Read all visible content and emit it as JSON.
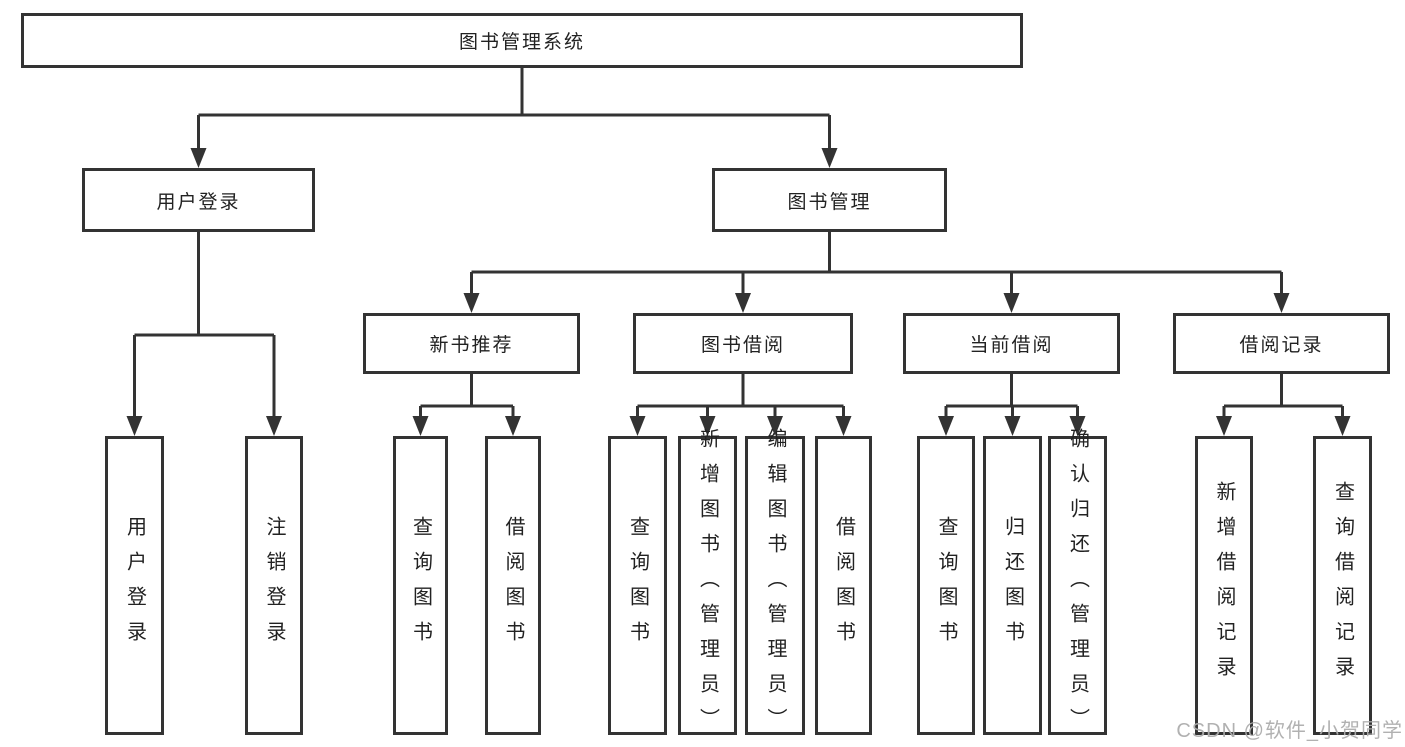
{
  "tree": {
    "root": {
      "label": "图书管理系统"
    },
    "branches": [
      {
        "label": "用户登录",
        "children": [
          {
            "label": "用户登录"
          },
          {
            "label": "注销登录"
          }
        ]
      },
      {
        "label": "图书管理",
        "sections": [
          {
            "label": "新书推荐",
            "children": [
              {
                "label": "查询图书"
              },
              {
                "label": "借阅图书"
              }
            ]
          },
          {
            "label": "图书借阅",
            "children": [
              {
                "label": "查询图书"
              },
              {
                "label": "新增图书（管理员）"
              },
              {
                "label": "编辑图书（管理员）"
              },
              {
                "label": "借阅图书"
              }
            ]
          },
          {
            "label": "当前借阅",
            "children": [
              {
                "label": "查询图书"
              },
              {
                "label": "归还图书"
              },
              {
                "label": "确认归还（管理员）"
              }
            ]
          },
          {
            "label": "借阅记录",
            "children": [
              {
                "label": "新增借阅记录"
              },
              {
                "label": "查询借阅记录"
              }
            ]
          }
        ]
      }
    ]
  },
  "watermark": "CSDN @软件_小贺同学",
  "colors": {
    "line": "#333333",
    "box_border": "#333333",
    "text": "#222222",
    "watermark": "#adadad",
    "background": "#ffffff"
  }
}
